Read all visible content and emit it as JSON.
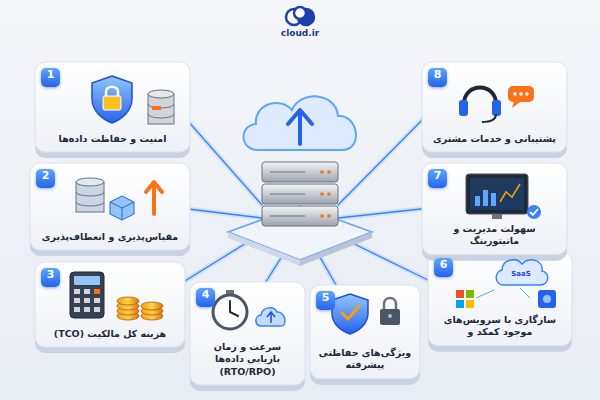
{
  "diagram": {
    "nodes": [
      {
        "text": [
          "1",
          "امنیت و حفاظت داده‌ها"
        ]
      },
      {
        "text": [
          "2",
          "مقیاس‌پذیری و انعطاف‌پذیری"
        ]
      },
      {
        "text": [
          "3",
          "هزینه کل مالکیت (TCO)"
        ]
      },
      {
        "text": [
          "4",
          "سرعت و زمان بازیابی داده‌ها (RTO/RPO)"
        ]
      },
      {
        "text": [
          "5",
          "ویژگی‌های حفاظتی پیشرفته"
        ]
      },
      {
        "text": [
          "6",
          "سازگاری با سرویس‌های موجود کمکد و"
        ]
      },
      {
        "text": [
          "7",
          "سهولت مدیریت و مانیتورینگ"
        ]
      },
      {
        "text": [
          "8",
          "پشتیبانی و خدمات مشتری"
        ]
      }
    ],
    "labels": [
      "cloud.ir",
      "SaaS"
    ]
  }
}
